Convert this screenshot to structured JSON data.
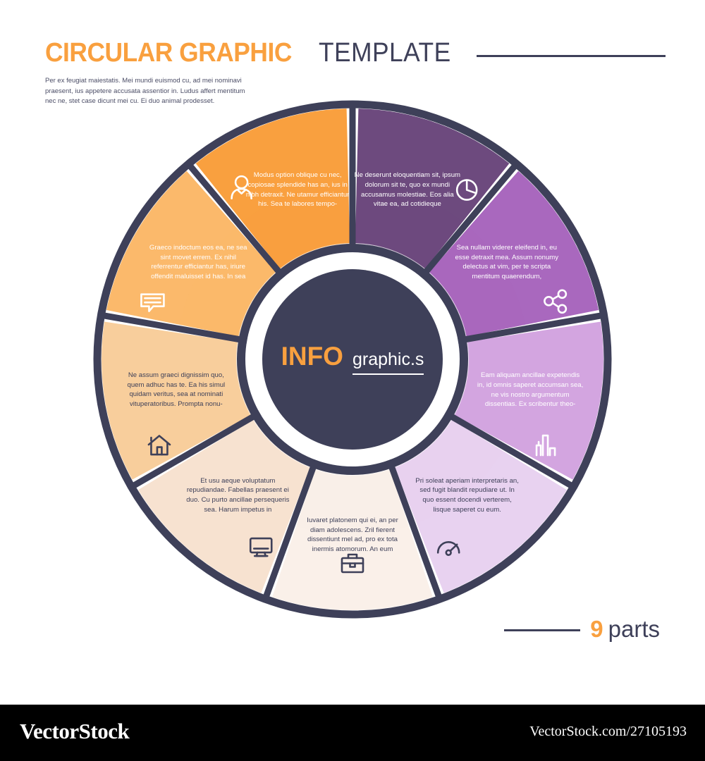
{
  "header": {
    "title_accent": "CIRCULAR GRAPHIC",
    "title_rest": "TEMPLATE",
    "subtitle": "Per ex feugiat maiestatis. Mei mundi euismod cu, ad mei nominavi praesent, ius appetere accusata assentior in. Ludus affert mentitum nec ne, stet case dicunt mei cu. Ei duo animal prodesset."
  },
  "center": {
    "word_accent": "INFO",
    "word_rest": "graphic.s"
  },
  "footer": {
    "parts_number": "9",
    "parts_label": "parts"
  },
  "watermark": {
    "logo": "VectorStock",
    "url": "VectorStock.com/27105193"
  },
  "colors": {
    "dark": "#3E4059",
    "accent": "#F9A03F",
    "seg1": "#6D4A7E",
    "seg2": "#A968BE",
    "seg3": "#D3A5E0",
    "seg4": "#E8D2F0",
    "seg5": "#FAF0E9",
    "seg6": "#F7E2D0",
    "seg7": "#F8CE9C",
    "seg8": "#FBB96B",
    "seg9": "#F9A03F"
  },
  "chart_data": {
    "type": "pie",
    "title": "CIRCULAR GRAPHIC TEMPLATE",
    "parts": 9,
    "equal_slices_degrees": 40,
    "start_angle_deg": -90,
    "legend": "none",
    "categories": [
      "part-1",
      "part-2",
      "part-3",
      "part-4",
      "part-5",
      "part-6",
      "part-7",
      "part-8",
      "part-9"
    ],
    "values": [
      40,
      40,
      40,
      40,
      40,
      40,
      40,
      40,
      40
    ]
  },
  "segments": [
    {
      "id": "part-1",
      "icon": "pie-chart-icon",
      "fill": "#6D4A7E",
      "text_color": "light",
      "text": "Ne deserunt eloquentiam sit, ipsum dolorum sit te, quo ex mundi accusamus molestiae. Eos alia vitae ea, ad cotidieque"
    },
    {
      "id": "part-2",
      "icon": "share-nodes-icon",
      "fill": "#A968BE",
      "text_color": "light",
      "text": "Sea nullam viderer eleifend in, eu esse detraxit mea. Assum nonumy delectus at vim, per te scripta mentitum quaerendum,"
    },
    {
      "id": "part-3",
      "icon": "bar-chart-icon",
      "fill": "#D3A5E0",
      "text_color": "light",
      "text": "Eam aliquam ancillae expetendis in, id omnis saperet accumsan sea, ne vis nostro argumentum dissentias. Ex scribentur theo-"
    },
    {
      "id": "part-4",
      "icon": "gauge-icon",
      "fill": "#E8D2F0",
      "text_color": "dark",
      "text": "Pri soleat aperiam interpretaris an, sed fugit blandit repudiare ut. In quo essent docendi verterem, lisque saperet cu eum."
    },
    {
      "id": "part-5",
      "icon": "briefcase-icon",
      "fill": "#FAF0E9",
      "text_color": "dark",
      "text": "Iuvaret platonem qui ei, an per diam adolescens. Zril fierent dissentiunt mel ad, pro ex tota inermis atomorum. An eum"
    },
    {
      "id": "part-6",
      "icon": "monitor-icon",
      "fill": "#F7E2D0",
      "text_color": "dark",
      "text": "Et usu aeque voluptatum repudiandae. Fabellas praesent ei duo. Cu purto ancillae perseque­ris sea. Harum impetus in"
    },
    {
      "id": "part-7",
      "icon": "home-icon",
      "fill": "#F8CE9C",
      "text_color": "dark",
      "text": "Ne assum graeci dignissim quo, quem adhuc has te. Ea his simul quidam veritus, sea at nominati vituperatoribus. Prompta nonu-"
    },
    {
      "id": "part-8",
      "icon": "chat-bubble-icon",
      "fill": "#FBB96B",
      "text_color": "light",
      "text": "Graeco indoctum eos ea, ne sea sint movet errem. Ex nihil referrentur efficiantur has, iriure offendit maluisset id has. In sea"
    },
    {
      "id": "part-9",
      "icon": "user-icon",
      "fill": "#F9A03F",
      "text_color": "light",
      "text": "Modus option oblique cu nec, copiosae splendide has an, ius in nibh detraxit. Ne utamur efficiantur his. Sea te labores tempo-"
    }
  ]
}
